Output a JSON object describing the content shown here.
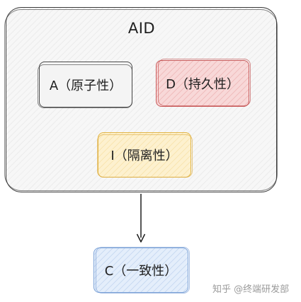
{
  "diagram": {
    "title": "AID",
    "nodes": {
      "a": "A（原子性）",
      "d": "D（持久性）",
      "i": "I（隔离性）",
      "c": "C（一致性）"
    },
    "edges": [
      {
        "from": "aid-container",
        "to": "c"
      }
    ],
    "colors": {
      "a_border": "#4a4a4a",
      "d_border": "#c95b5b",
      "d_fill": "#f8d8d8",
      "i_border": "#e2b546",
      "i_fill": "#fdf1cf",
      "c_border": "#7ea4d8",
      "c_fill": "#e4eefb"
    }
  },
  "watermark": "知乎 @终端研发部"
}
